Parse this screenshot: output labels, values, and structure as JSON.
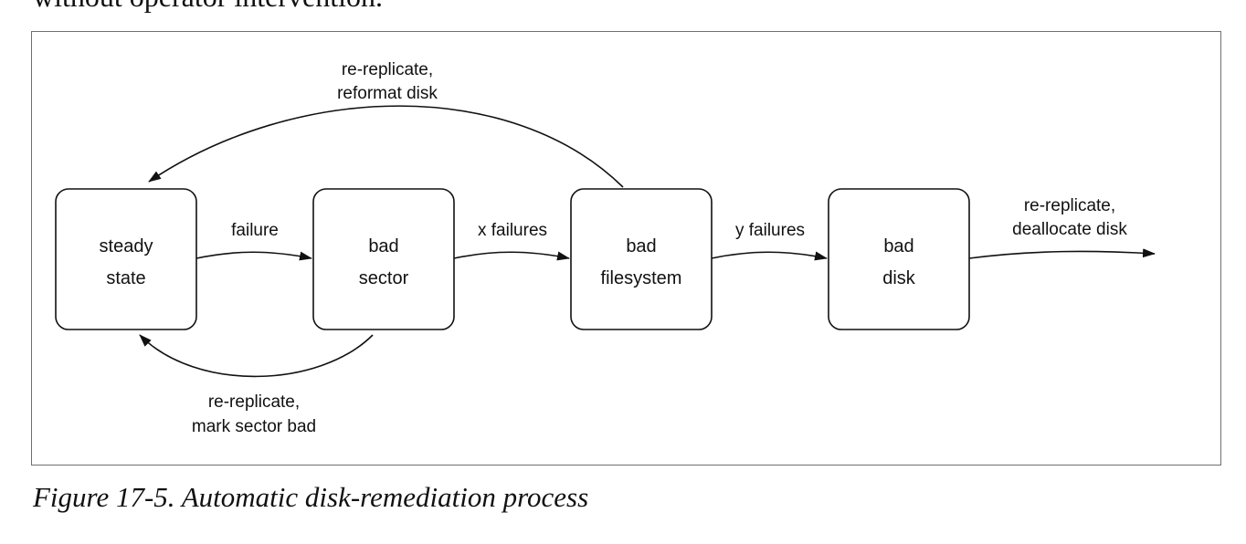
{
  "page": {
    "top_text": "without operator intervention.",
    "caption": "Figure 17-5. Automatic disk-remediation process"
  },
  "colors": {
    "stroke": "#111111",
    "frame": "#6f6f6f",
    "background": "#ffffff"
  },
  "diagram": {
    "nodes": [
      {
        "id": "steady",
        "lines": [
          "steady",
          "state"
        ]
      },
      {
        "id": "bad-sector",
        "lines": [
          "bad",
          "sector"
        ]
      },
      {
        "id": "bad-filesystem",
        "lines": [
          "bad",
          "filesystem"
        ]
      },
      {
        "id": "bad-disk",
        "lines": [
          "bad",
          "disk"
        ]
      }
    ],
    "edges": [
      {
        "id": "failure",
        "from": "steady",
        "to": "bad-sector",
        "label_lines": [
          "failure"
        ]
      },
      {
        "id": "x-failures",
        "from": "bad-sector",
        "to": "bad-filesystem",
        "label_lines": [
          "x failures"
        ]
      },
      {
        "id": "y-failures",
        "from": "bad-filesystem",
        "to": "bad-disk",
        "label_lines": [
          "y failures"
        ]
      },
      {
        "id": "deallocate",
        "from": "bad-disk",
        "to": "",
        "label_lines": [
          "re-replicate,",
          "deallocate disk"
        ]
      },
      {
        "id": "reformat",
        "from": "bad-filesystem",
        "to": "steady",
        "label_lines": [
          "re-replicate,",
          "reformat disk"
        ]
      },
      {
        "id": "mark-bad",
        "from": "bad-sector",
        "to": "steady",
        "label_lines": [
          "re-replicate,",
          "mark sector bad"
        ]
      }
    ]
  }
}
